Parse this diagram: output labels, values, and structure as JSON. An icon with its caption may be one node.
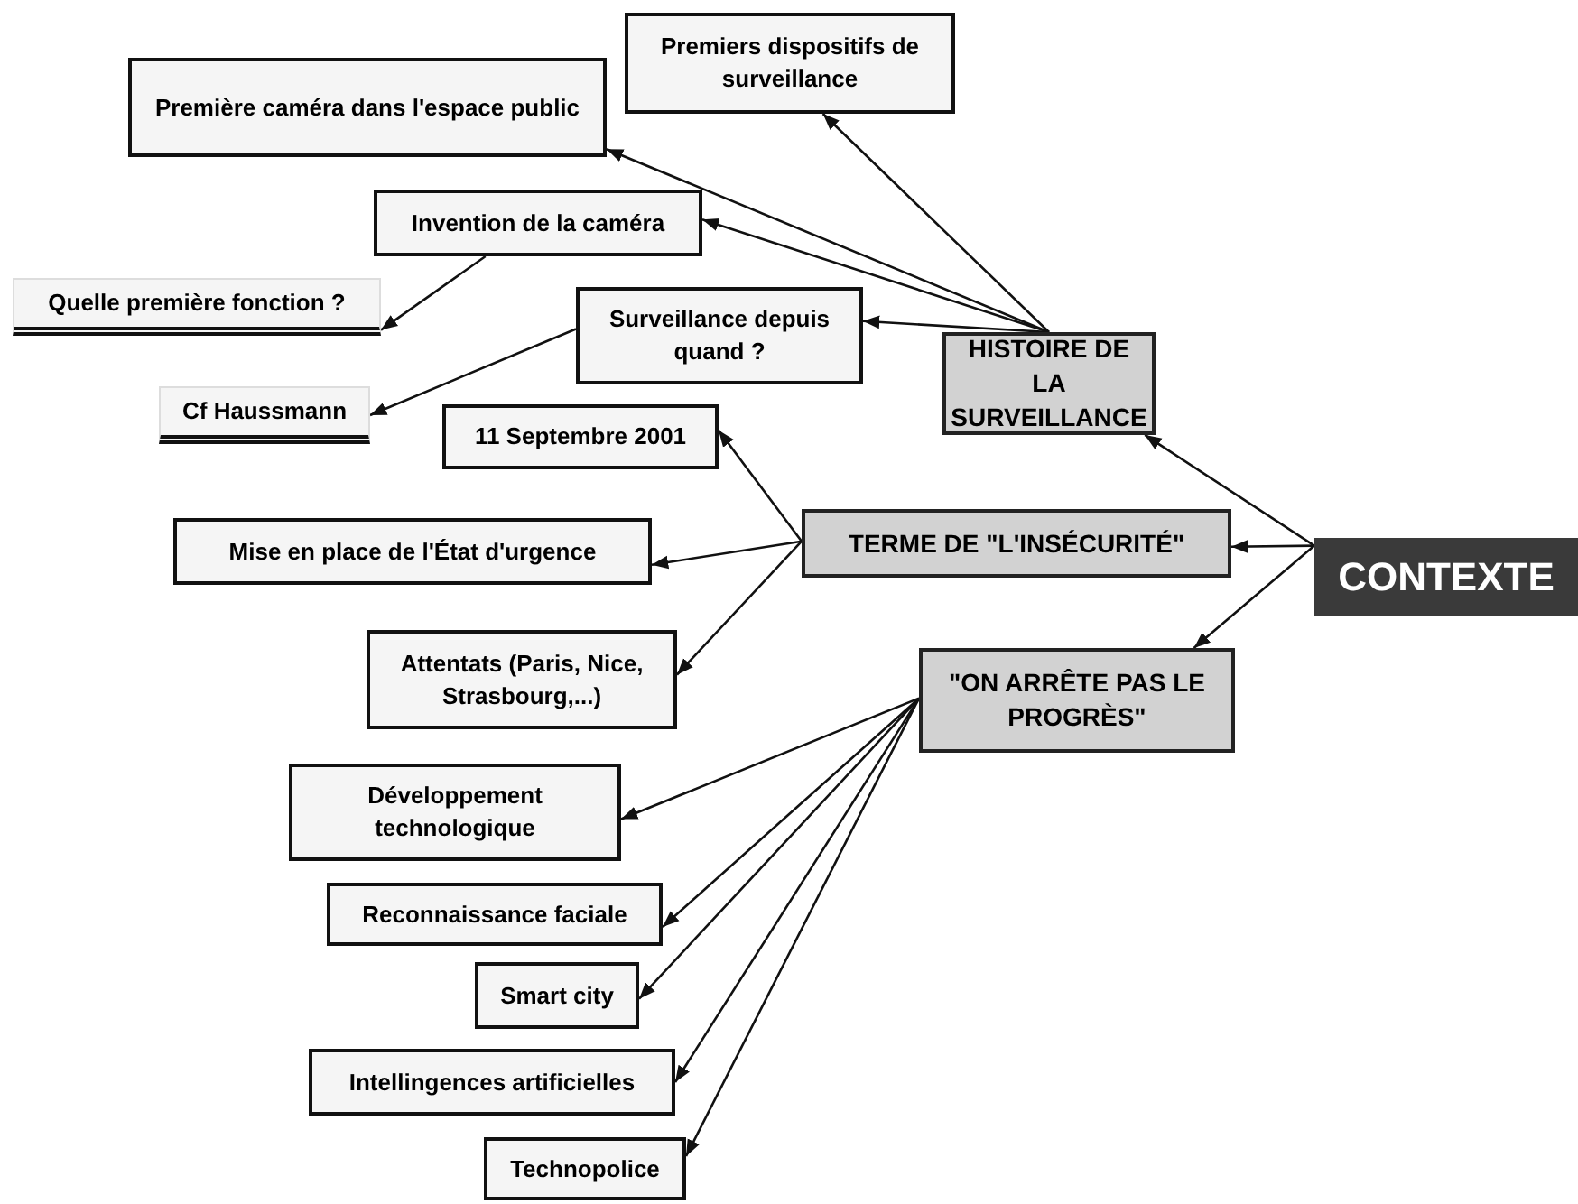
{
  "diagram": {
    "nodes": [
      {
        "text": [
          "CONTEXTE"
        ]
      },
      {
        "text": [
          "HISTOIRE DE LA SURVEILLANCE"
        ]
      },
      {
        "text": [
          "TERME DE \"L'INSÉCURITÉ\""
        ]
      },
      {
        "text": [
          "\"ON ARRÊTE PAS LE PROGRÈS\""
        ]
      },
      {
        "text": [
          "Premiers dispositifs de surveillance"
        ]
      },
      {
        "text": [
          "Première caméra dans l'espace public"
        ]
      },
      {
        "text": [
          "Invention de la caméra"
        ]
      },
      {
        "text": [
          "Quelle première fonction ?"
        ]
      },
      {
        "text": [
          "Surveillance depuis quand ?"
        ]
      },
      {
        "text": [
          "Cf Haussmann"
        ]
      },
      {
        "text": [
          "11 Septembre 2001"
        ]
      },
      {
        "text": [
          "Mise en place de l'État d'urgence"
        ]
      },
      {
        "text": [
          "Attentats (Paris, Nice, Strasbourg,...)"
        ]
      },
      {
        "text": [
          "Développement technologique"
        ]
      },
      {
        "text": [
          "Reconnaissance faciale"
        ]
      },
      {
        "text": [
          "Smart city"
        ]
      },
      {
        "text": [
          "Intellingences artificielles"
        ]
      },
      {
        "text": [
          "Technopolice"
        ]
      }
    ],
    "edges": [
      {
        "from": 0,
        "to": 1,
        "arrow": "to"
      },
      {
        "from": 0,
        "to": 2,
        "arrow": "to"
      },
      {
        "from": 0,
        "to": 3,
        "arrow": "to"
      },
      {
        "from": 1,
        "to": 4,
        "arrow": "to"
      },
      {
        "from": 1,
        "to": 5,
        "arrow": "to"
      },
      {
        "from": 1,
        "to": 6,
        "arrow": "to"
      },
      {
        "from": 1,
        "to": 8,
        "arrow": "to"
      },
      {
        "from": 6,
        "to": 7,
        "arrow": "to"
      },
      {
        "from": 8,
        "to": 9,
        "arrow": "to"
      },
      {
        "from": 2,
        "to": 10,
        "arrow": "to"
      },
      {
        "from": 2,
        "to": 11,
        "arrow": "to"
      },
      {
        "from": 2,
        "to": 12,
        "arrow": "to"
      },
      {
        "from": 3,
        "to": 13,
        "arrow": "to"
      },
      {
        "from": 3,
        "to": 14,
        "arrow": "to"
      },
      {
        "from": 3,
        "to": 15,
        "arrow": "to"
      },
      {
        "from": 3,
        "to": 16,
        "arrow": "to"
      },
      {
        "from": 3,
        "to": 17,
        "arrow": "to"
      }
    ]
  }
}
